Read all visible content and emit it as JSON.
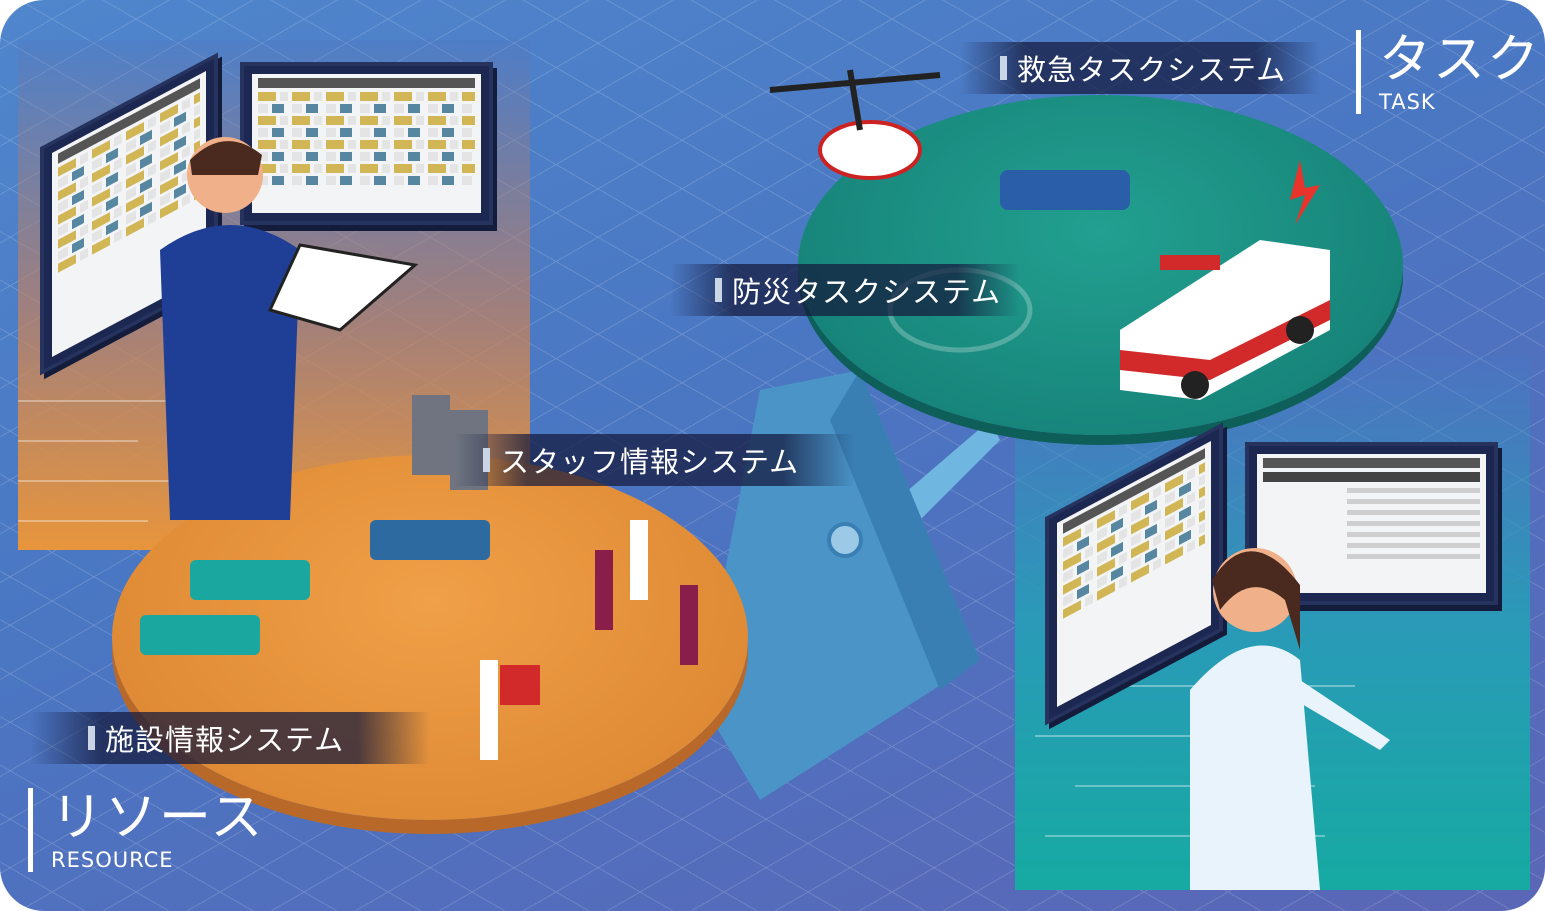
{
  "sections": {
    "task": {
      "title": "タスク",
      "subtitle": "TASK"
    },
    "resource": {
      "title": "リソース",
      "subtitle": "RESOURCE"
    }
  },
  "labels": {
    "emergency": "救急タスクシステム",
    "disaster": "防災タスクシステム",
    "staff": "スタッフ情報システム",
    "facility": "施設情報システム"
  },
  "colors": {
    "background": "#4a76c2",
    "resource_disc": "#e58f3a",
    "task_disc": "#168a80",
    "seesaw": "#4a94c8"
  }
}
